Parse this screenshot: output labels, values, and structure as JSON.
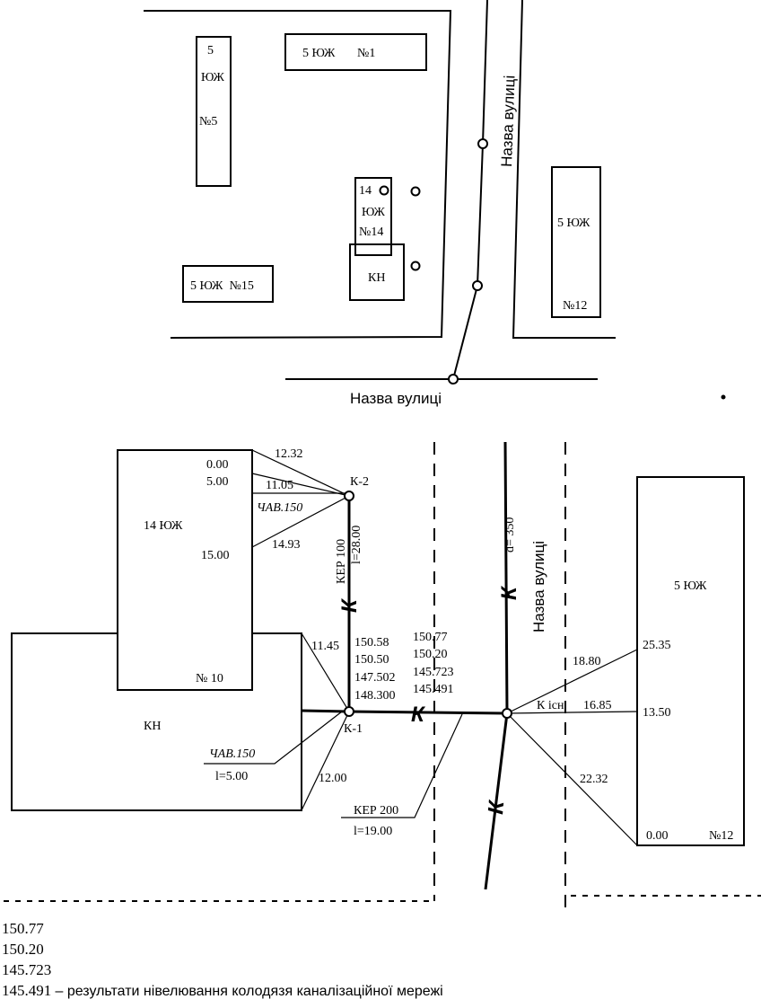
{
  "top_plan": {
    "buildings": {
      "b1": "5 ЮЖ       №1",
      "b5": [
        "5",
        "ЮЖ",
        "",
        "№5"
      ],
      "b14": [
        "14",
        "ЮЖ",
        "№14"
      ],
      "kn": "КН",
      "b15": "5 ЮЖ  №15",
      "b12_name": "5 ЮЖ",
      "b12_num": "№12"
    },
    "street_vertical": "Назва вулиці",
    "street_horizontal": "Назва вулиці"
  },
  "detail": {
    "building_14": "14 ЮЖ",
    "building_10_num": "№ 10",
    "kn": "КН",
    "building_12_name": "5 ЮЖ",
    "building_12_num": "№12",
    "street": "Назва вулиці",
    "labels": {
      "k2": "К-2",
      "k1": "К-1",
      "k_exist": "К існ.",
      "pipe_k2": "КЕР 100",
      "pipe_k2_len": "l=28.00",
      "pipe_kn": "ЧАВ.150",
      "pipe_kn_len": "l=5.00",
      "pipe_14": "ЧАВ.150",
      "pipe_main": "КЕР 200",
      "pipe_main_len": "l=19.00",
      "d_street": "d= 350",
      "k_symbol": "К"
    },
    "dims": {
      "b14_0": "0.00",
      "b14_5": "5.00",
      "b14_15": "15.00",
      "d1232": "12.32",
      "d1105": "11.05",
      "d1493": "14.93",
      "d1145": "11.45",
      "d1200": "12.00",
      "d1880": "18.80",
      "d1685": "16.85",
      "d2232": "22.32",
      "b12_2535": "25.35",
      "b12_1350": "13.50",
      "b12_000": "0.00"
    },
    "k1_levels": [
      "150.58",
      "150.50",
      "147.502",
      "148.300"
    ],
    "kexist_levels": [
      "150.77",
      "150.20",
      "145.723",
      "145.491"
    ]
  },
  "legend": {
    "values": [
      "150.77",
      "150.20",
      "145.723",
      "145.491"
    ],
    "caption": "– результати нівелювання колодязя каналізаційної мережі"
  }
}
